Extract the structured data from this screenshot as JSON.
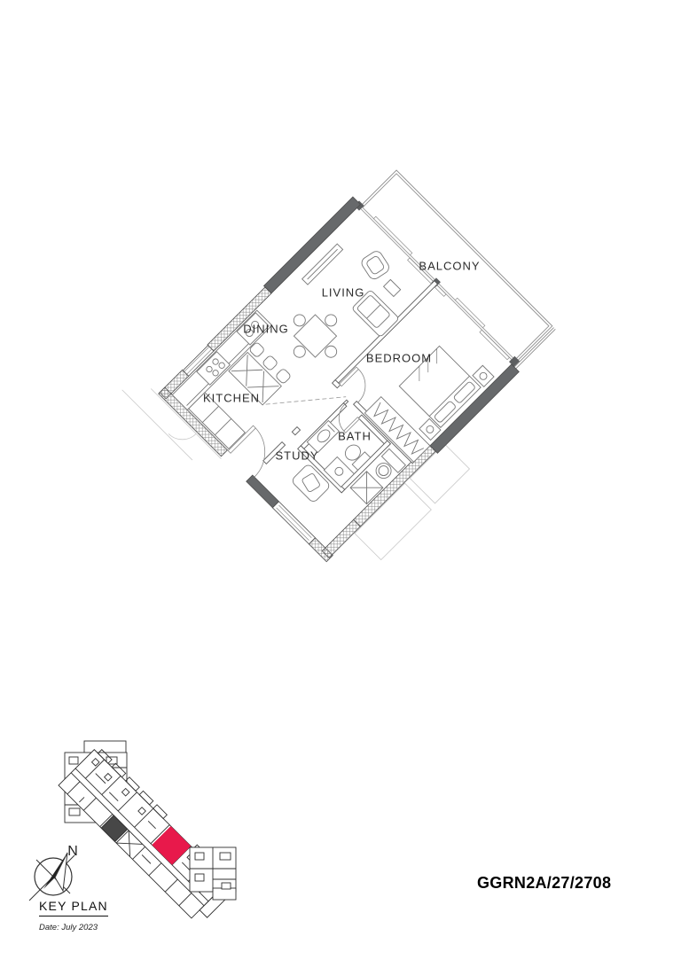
{
  "unit_code": "GGRN2A/27/2708",
  "floor_plan": {
    "rooms": [
      {
        "label": "BALCONY"
      },
      {
        "label": "LIVING"
      },
      {
        "label": "DINING"
      },
      {
        "label": "BEDROOM"
      },
      {
        "label": "KITCHEN"
      },
      {
        "label": "BATH"
      },
      {
        "label": "STUDY"
      }
    ]
  },
  "key_plan": {
    "heading": "KEY PLAN",
    "date_label": "Date: July 2023",
    "north_label": "N",
    "highlight_color": "#e8194b"
  },
  "colors": {
    "wall_dark": "#67696b",
    "line": "#555555",
    "hatch": "#8f8f8f"
  }
}
